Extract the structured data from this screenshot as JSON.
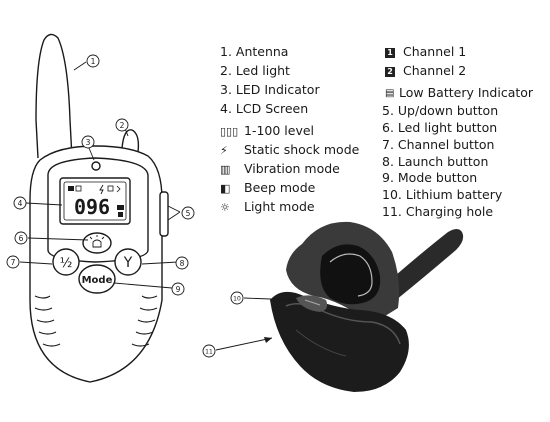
{
  "parts": [
    "1. Antenna",
    "2. Led light",
    "3. LED Indicator",
    "4. LCD Screen"
  ],
  "modes": [
    {
      "icon": "level-icon",
      "label": "1-100 level"
    },
    {
      "icon": "bolt-icon",
      "label": "Static shock mode"
    },
    {
      "icon": "vibration-icon",
      "label": "Vibration mode"
    },
    {
      "icon": "beep-icon",
      "label": "Beep mode"
    },
    {
      "icon": "light-icon",
      "label": "Light mode"
    }
  ],
  "channels": [
    {
      "badge": "1",
      "label": "Channel 1"
    },
    {
      "badge": "2",
      "label": "Channel 2"
    }
  ],
  "battery": {
    "icon": "battery-icon",
    "label": "Low Battery Indicator"
  },
  "parts2": [
    "5. Up/down button",
    "6. Led light button",
    "7. Channel button",
    "8. Launch button",
    "9. Mode button",
    "10. Lithium battery",
    "11. Charging hole"
  ],
  "remote": {
    "lcd_value": "096",
    "btn_left": "½",
    "btn_right": "Y",
    "btn_mode": "Mode"
  },
  "callouts": [
    "1",
    "2",
    "3",
    "4",
    "5",
    "6",
    "7",
    "8",
    "9",
    "10",
    "11"
  ],
  "colors": {
    "ink": "#1a1a1a",
    "receiver_body": "#333333",
    "receiver_dark": "#141414"
  }
}
